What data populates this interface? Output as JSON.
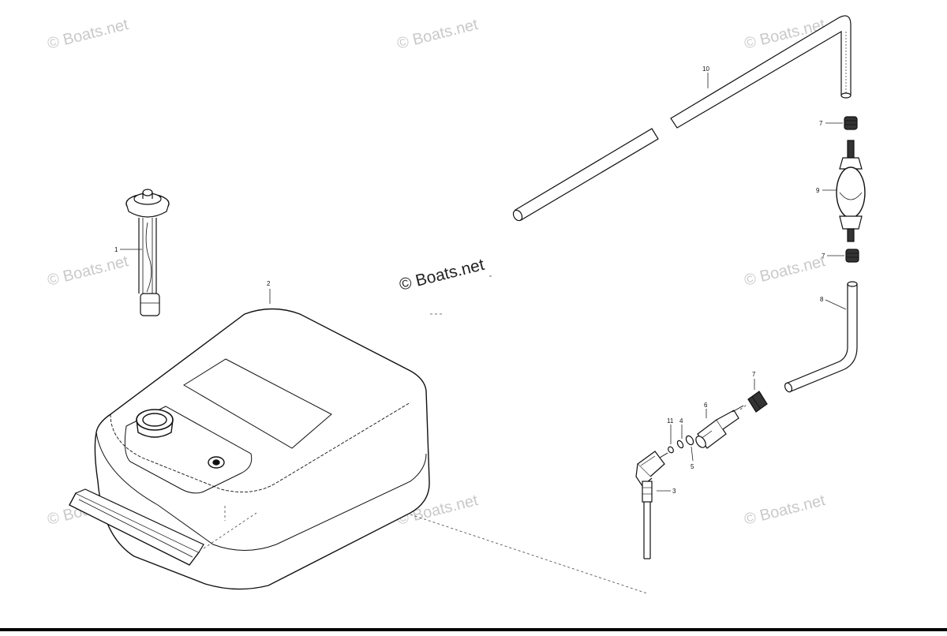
{
  "watermarks": {
    "corner": "© Boats.net",
    "center": "© Boats.net"
  },
  "callouts": {
    "p1": "1",
    "p2": "2",
    "p3": "3",
    "p4": "4",
    "p5": "5",
    "p6": "6",
    "p7a": "7",
    "p7b": "7",
    "p7c": "7",
    "p8": "8",
    "p9": "9",
    "p10": "10",
    "p11": "11"
  }
}
